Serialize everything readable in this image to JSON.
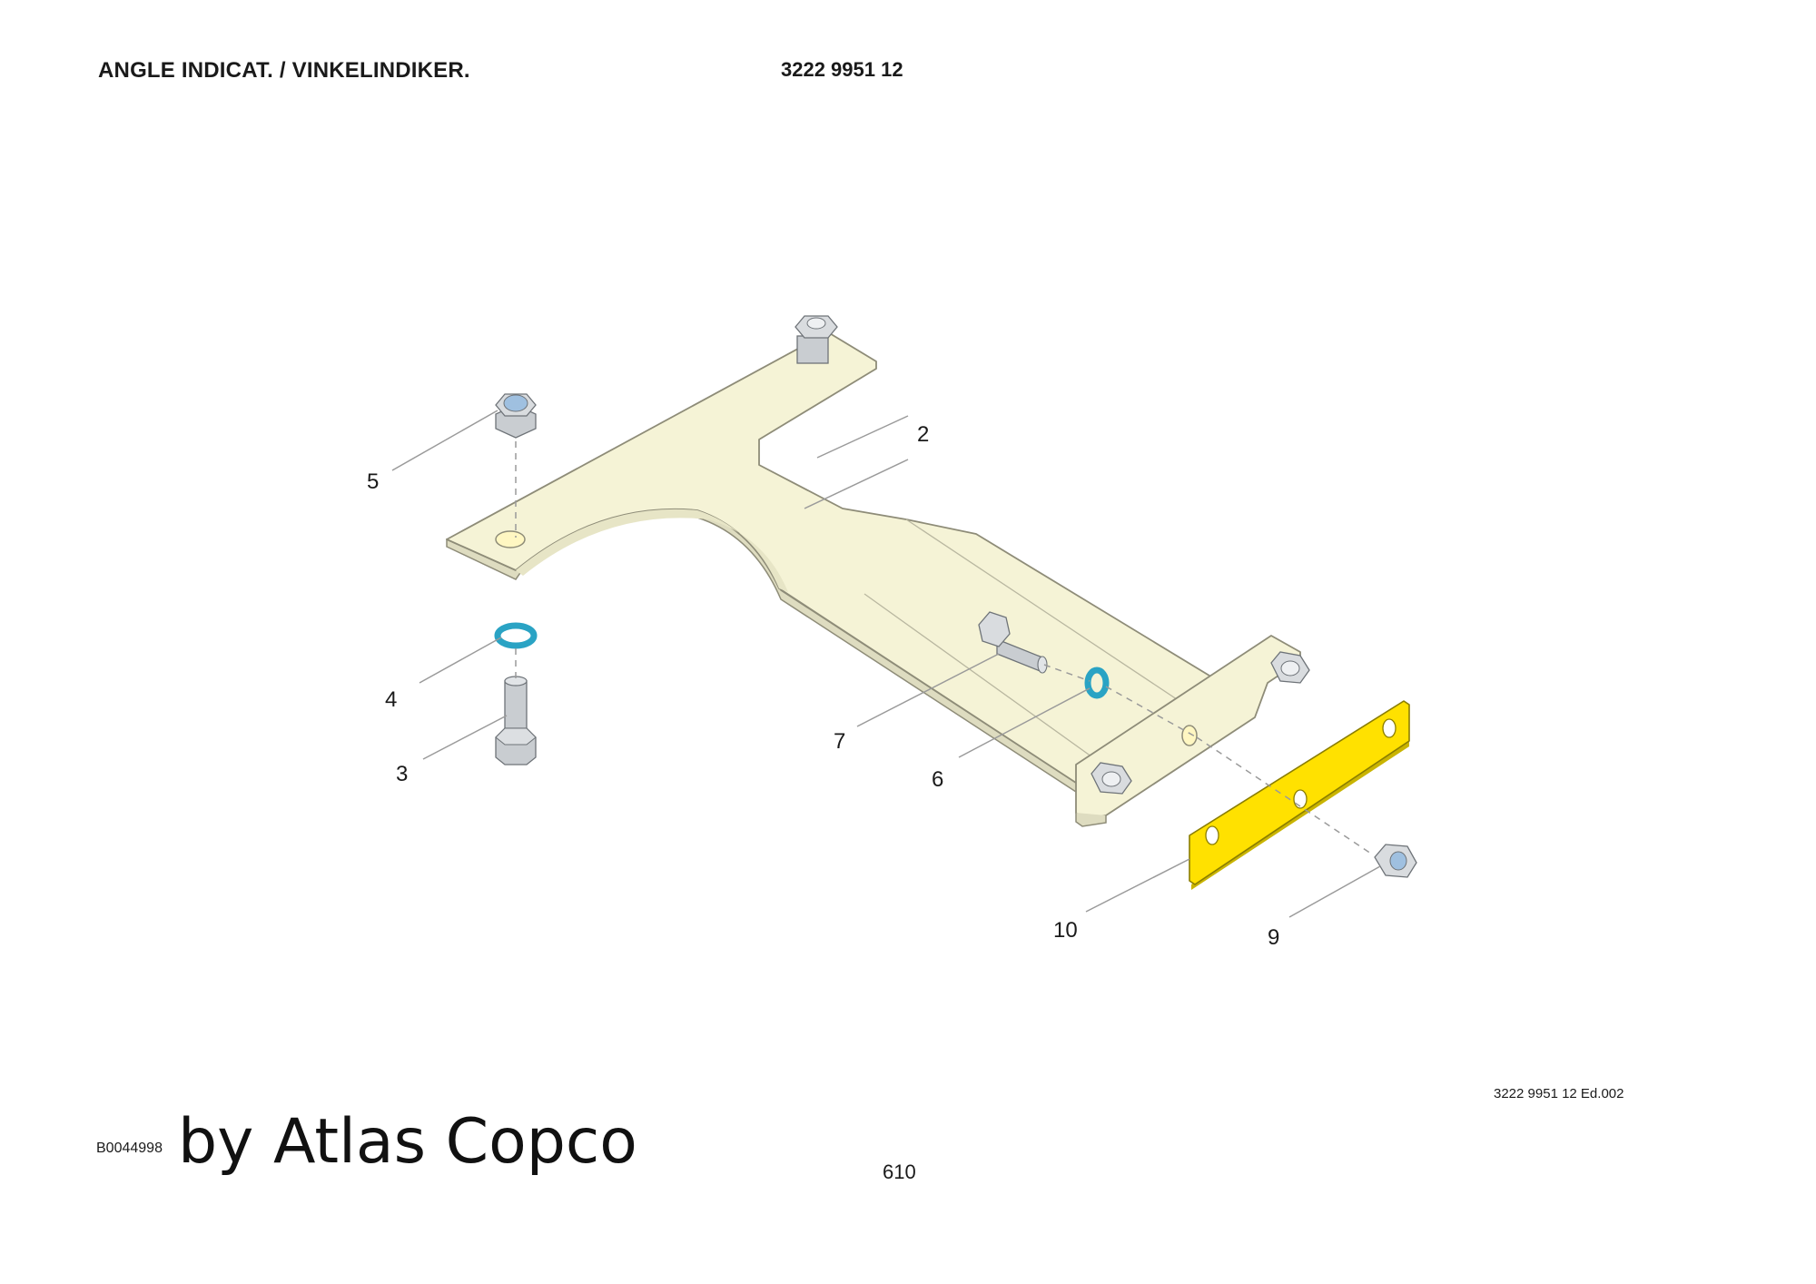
{
  "header": {
    "title": "ANGLE INDICAT. / VINKELINDIKER.",
    "part_number": "3222 9951 12"
  },
  "footer": {
    "edition": "3222 9951 12 Ed.002",
    "drawing_id": "B0044998",
    "brand": "by Atlas Copco",
    "page_number": "610"
  },
  "callouts": {
    "c2": "2",
    "c3": "3",
    "c4": "4",
    "c5": "5",
    "c6": "6",
    "c7": "7",
    "c9": "9",
    "c10": "10"
  },
  "colors": {
    "bracket": "#f5f3d6",
    "plate": "#ffe100",
    "washer": "#2aa3c4",
    "nut_cap": "#9fc0e0",
    "steel": "#c9cdd1"
  }
}
